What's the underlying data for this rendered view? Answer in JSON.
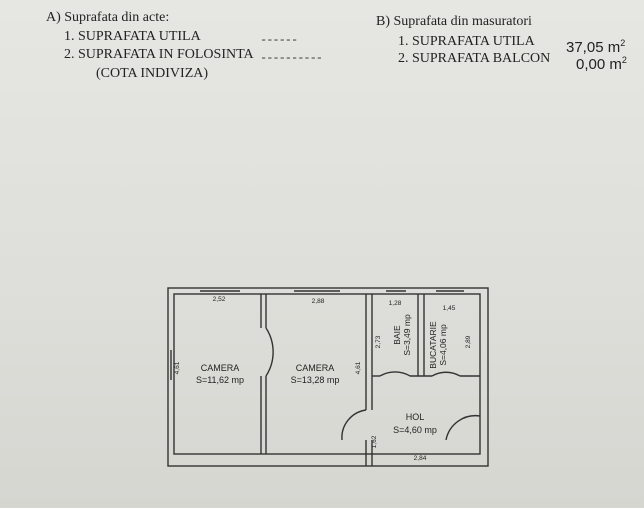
{
  "section_a": {
    "title": "A) Suprafata din acte:",
    "item1": "1. SUPRAFATA UTILA",
    "item2": "2. SUPRAFATA IN FOLOSINTA",
    "item2_note": "(COTA INDIVIZA)",
    "item1_value": "------ ",
    "item2_value": "----------"
  },
  "section_b": {
    "title": "B) Suprafata din masuratori",
    "item1": "1. SUPRAFATA UTILA",
    "item2": "2. SUPRAFATA BALCON",
    "item1_value": "37,05",
    "item2_value": "0,00",
    "unit": "m",
    "unit_power": "2"
  },
  "plan": {
    "rooms": {
      "camera1": {
        "name": "CAMERA",
        "area": "S=11,62 mp"
      },
      "camera2": {
        "name": "CAMERA",
        "area": "S=13,28 mp"
      },
      "baie": {
        "name": "BAIE",
        "area": "S=3,49 mp"
      },
      "bucatarie": {
        "name": "BUCATARIE",
        "area": "S=4,06 mp"
      },
      "hol": {
        "name": "HOL",
        "area": "S=4,60 mp"
      }
    },
    "dims": {
      "d1": "2,52",
      "d2": "2,88",
      "d3": "1,28",
      "d4": "1,45",
      "d5": "4,61",
      "d6": "4,61",
      "d7": "2,73",
      "d8": "2,89",
      "d9": "1,62",
      "d10": "2,84"
    }
  }
}
